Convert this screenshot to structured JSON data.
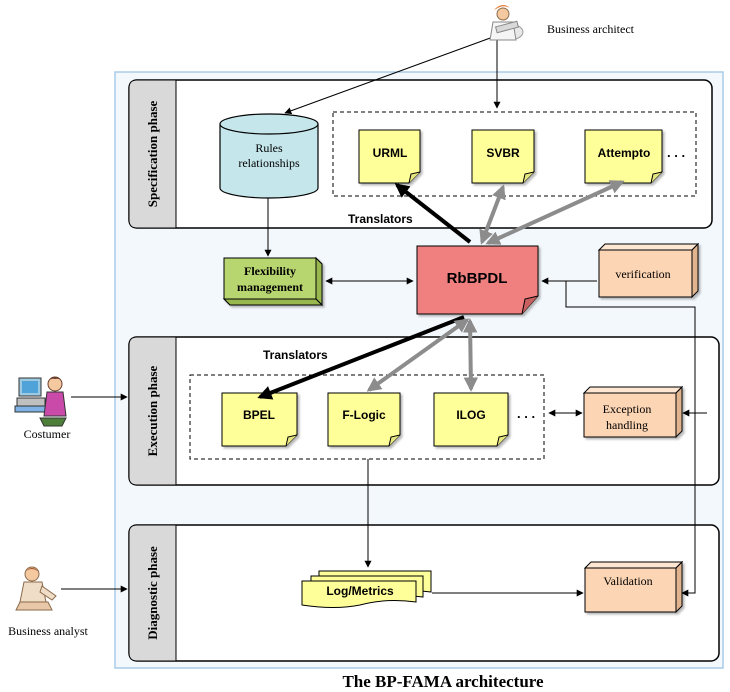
{
  "actors": {
    "business_architect": "Business architect",
    "costumer": "Costumer",
    "business_analyst": "Business analyst"
  },
  "phases": {
    "specification": "Specification phase",
    "execution": "Execution phase",
    "diagnostic": "Diagnostic phase"
  },
  "nodes": {
    "rules_line1": "Rules",
    "rules_line2": "relationships",
    "urml": "URML",
    "svbr": "SVBR",
    "attempto": "Attempto",
    "ellipsis": ". . .",
    "translators_top": "Translators",
    "translators_mid": "Translators",
    "flex_line1": "Flexibility",
    "flex_line2": "management",
    "rbbpdl": "RbBPDL",
    "verification": "verification",
    "bpel": "BPEL",
    "flogic": "F-Logic",
    "ilog": "ILOG",
    "exc_line1": "Exception",
    "exc_line2": "handling",
    "logmetrics": "Log/Metrics",
    "validation": "Validation"
  },
  "caption": "The BP-FAMA architecture",
  "colors": {
    "outer_frame": "#a9cbe8",
    "outer_fill": "#f3f8fd",
    "note_yellow": "#ffff99",
    "cylinder": "#c5e7ec",
    "flex_green": "#b8d66f",
    "rbbpdl_red": "#f08080",
    "orange_box": "#fcd5b4",
    "phase_tab": "#d9d9d9"
  }
}
